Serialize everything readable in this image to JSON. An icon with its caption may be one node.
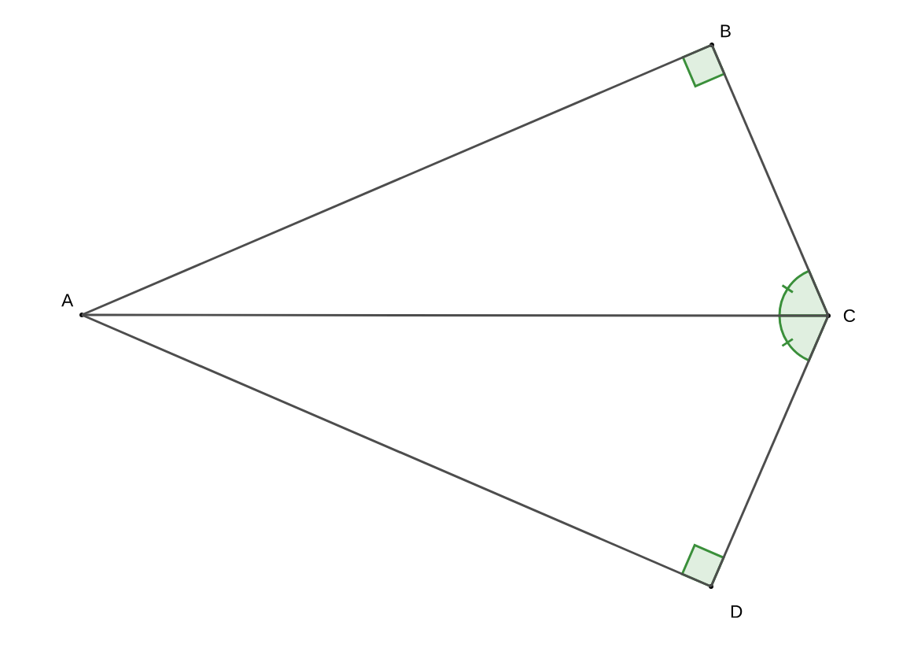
{
  "diagram": {
    "nodes": [
      {
        "text": [
          "A"
        ]
      },
      {
        "text": [
          "B"
        ]
      },
      {
        "text": [
          "C"
        ]
      },
      {
        "text": [
          "D"
        ]
      }
    ],
    "edges": [
      {
        "from": 0,
        "to": 1,
        "arrow": "none"
      },
      {
        "from": 1,
        "to": 2,
        "arrow": "none"
      },
      {
        "from": 0,
        "to": 2,
        "arrow": "none"
      },
      {
        "from": 0,
        "to": 3,
        "arrow": "none"
      },
      {
        "from": 3,
        "to": 2,
        "arrow": "none"
      }
    ]
  }
}
